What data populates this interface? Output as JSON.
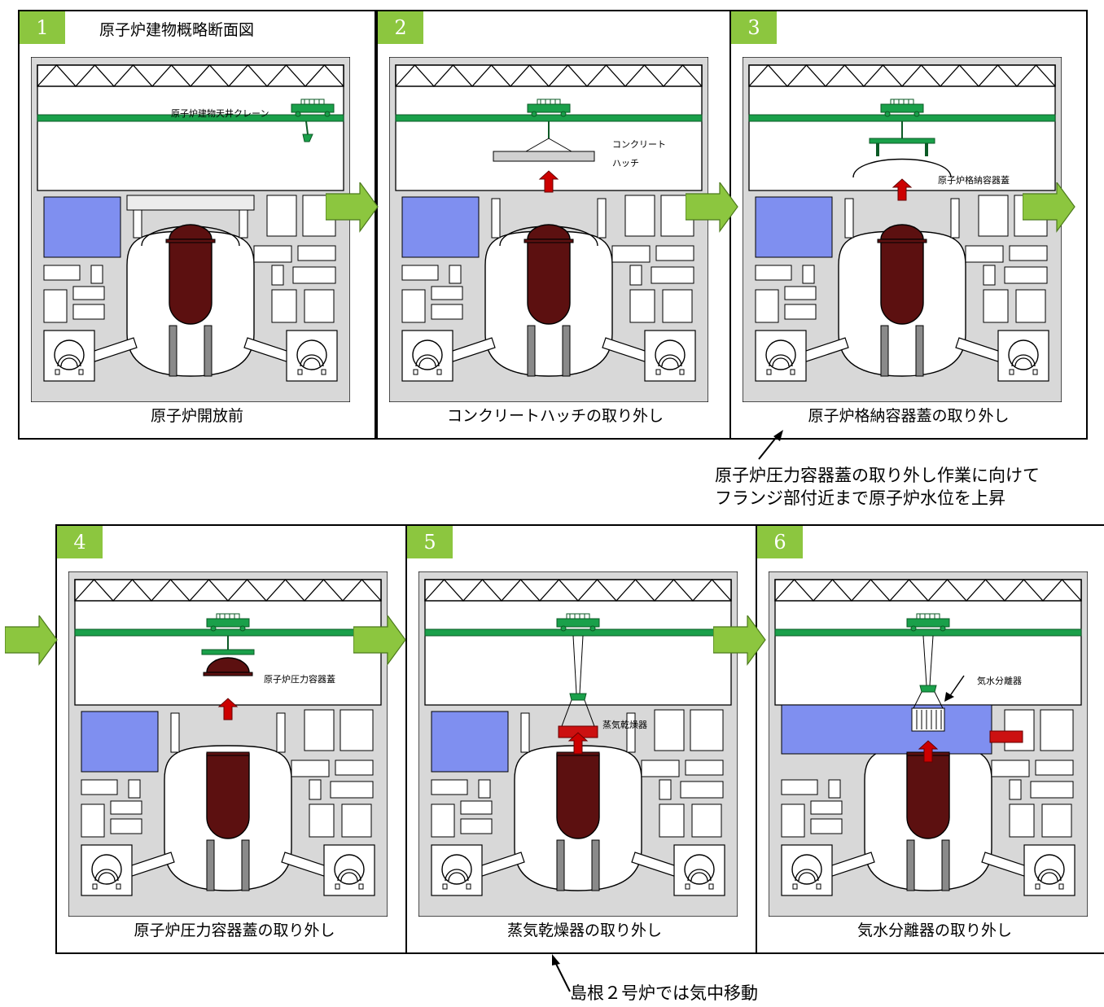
{
  "panels": [
    {
      "number": "1",
      "title": "原子炉建物概略断面図",
      "caption": "原子炉開放前",
      "label": "原子炉建物天井クレーン"
    },
    {
      "number": "2",
      "title": "",
      "caption": "コンクリートハッチの取り外し",
      "label_line1": "コンクリート",
      "label_line2": "ハッチ"
    },
    {
      "number": "3",
      "title": "",
      "caption": "原子炉格納容器蓋の取り外し",
      "label": "原子炉格納容器蓋"
    },
    {
      "number": "4",
      "title": "",
      "caption": "原子炉圧力容器蓋の取り外し",
      "label": "原子炉圧力容器蓋"
    },
    {
      "number": "5",
      "title": "",
      "caption": "蒸気乾燥器の取り外し",
      "label": "蒸気乾燥器"
    },
    {
      "number": "6",
      "title": "",
      "caption": "気水分離器の取り外し",
      "label": "気水分離器"
    }
  ],
  "callouts": {
    "water_level_line1": "原子炉圧力容器蓋の取り外し作業に向けて",
    "water_level_line2": "フランジ部付近まで原子炉水位を上昇",
    "air_move": "島根２号炉では気中移動"
  },
  "colors": {
    "badge": "#8cc63f",
    "crane": "#1aa04a",
    "vessel": "#5c1010",
    "water": "#7f8ff0",
    "building": "#d8d8d8",
    "arrow_green": "#8cc63f",
    "arrow_red": "#cc0000"
  }
}
